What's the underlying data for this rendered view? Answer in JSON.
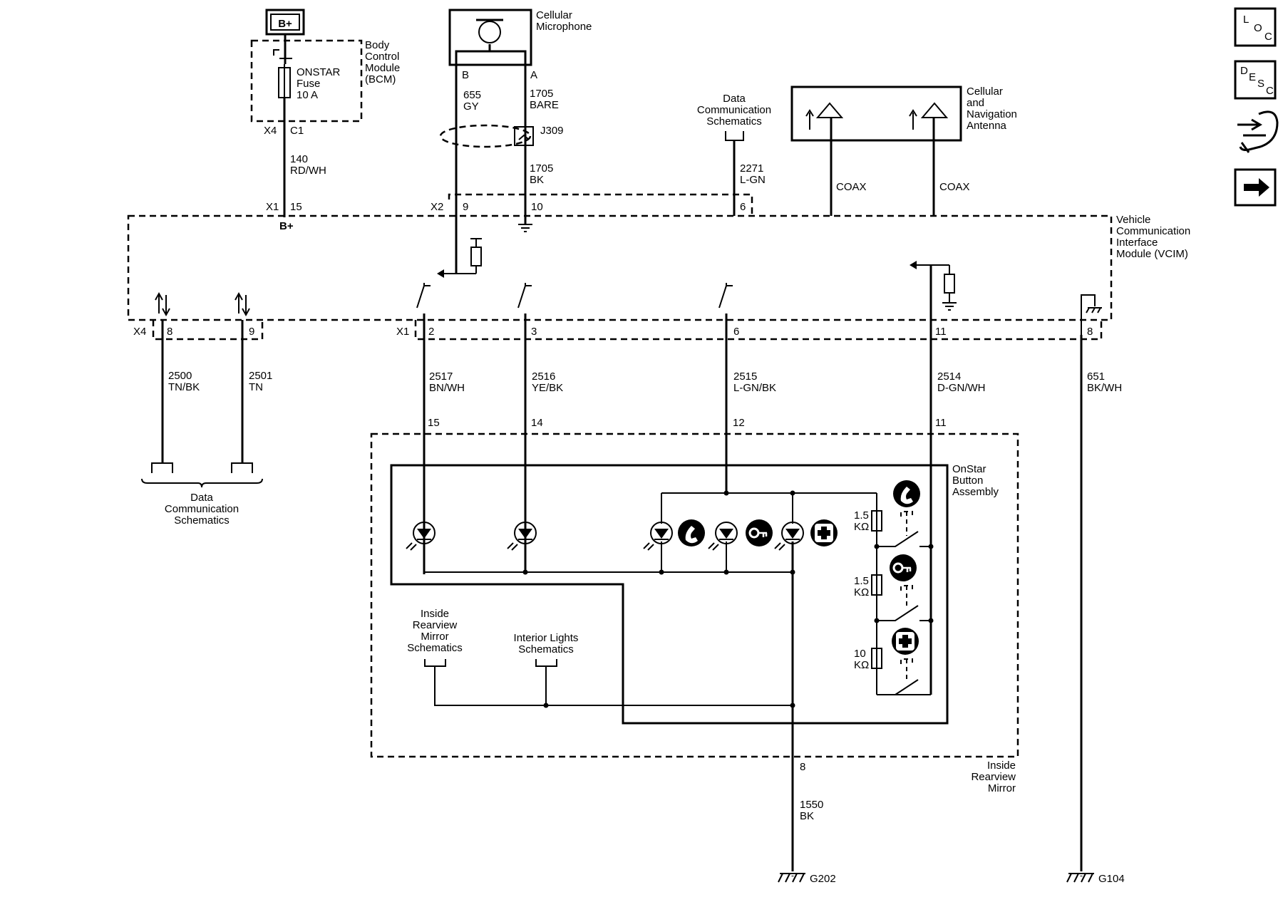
{
  "power": {
    "battery": "B+",
    "vcim_input": "B+"
  },
  "bcm": {
    "name_lines": [
      "Body",
      "Control",
      "Module",
      "(BCM)"
    ],
    "fuse_lines": [
      "ONSTAR",
      "Fuse",
      "10 A"
    ],
    "connector": "X4",
    "pin": "C1"
  },
  "microphone": {
    "name_lines": [
      "Cellular",
      "Microphone"
    ],
    "pin_b": "B",
    "pin_a": "A",
    "wire_b": {
      "circuit": "655",
      "color": "GY"
    },
    "wire_a": {
      "circuit": "1705",
      "color": "BARE"
    },
    "splice": "J309",
    "drain": {
      "circuit": "1705",
      "color": "BK"
    }
  },
  "data_comm_top": {
    "lines": [
      "Data",
      "Communication",
      "Schematics"
    ],
    "wire": {
      "circuit": "2271",
      "color": "L-GN"
    }
  },
  "antenna": {
    "name_lines": [
      "Cellular",
      "and",
      "Navigation",
      "Antenna"
    ],
    "coax_left": "COAX",
    "coax_right": "COAX"
  },
  "fuse_wire": {
    "circuit": "140",
    "color": "RD/WH"
  },
  "vcim": {
    "name_lines": [
      "Vehicle",
      "Communication",
      "Interface",
      "Module (VCIM)"
    ],
    "x1_top": {
      "connector": "X1",
      "pin": "15"
    },
    "x2_top": {
      "connector": "X2",
      "pin_9": "9",
      "pin_10": "10",
      "pin_6": "6"
    },
    "x4_bottom": {
      "connector": "X4",
      "pin_8": "8",
      "pin_9": "9"
    },
    "x1_bottom": {
      "connector": "X1",
      "pin_2": "2",
      "pin_3": "3",
      "pin_6": "6",
      "pin_11": "11",
      "pin_8": "8"
    }
  },
  "wires": {
    "w2500": {
      "circuit": "2500",
      "color": "TN/BK"
    },
    "w2501": {
      "circuit": "2501",
      "color": "TN"
    },
    "w2517": {
      "circuit": "2517",
      "color": "BN/WH"
    },
    "w2516": {
      "circuit": "2516",
      "color": "YE/BK"
    },
    "w2515": {
      "circuit": "2515",
      "color": "L-GN/BK"
    },
    "w2514": {
      "circuit": "2514",
      "color": "D-GN/WH"
    },
    "w651": {
      "circuit": "651",
      "color": "BK/WH"
    },
    "w1550": {
      "circuit": "1550",
      "color": "BK"
    }
  },
  "data_comm_bottom": {
    "lines": [
      "Data",
      "Communication",
      "Schematics"
    ]
  },
  "mirror": {
    "pins": {
      "p15": "15",
      "p14": "14",
      "p12": "12",
      "p11": "11",
      "p8": "8"
    },
    "name_lines": [
      "Inside",
      "Rearview",
      "Mirror"
    ]
  },
  "onstar_button": {
    "name_lines": [
      "OnStar",
      "Button",
      "Assembly"
    ],
    "resistors": [
      {
        "value": "1.5",
        "unit": "KΩ"
      },
      {
        "value": "1.5",
        "unit": "KΩ"
      },
      {
        "value": "10",
        "unit": "KΩ"
      }
    ]
  },
  "mirror_ref": {
    "lines": [
      "Inside",
      "Rearview",
      "Mirror",
      "Schematics"
    ]
  },
  "interior_ref": {
    "lines": [
      "Interior Lights",
      "Schematics"
    ]
  },
  "grounds": {
    "g202": "G202",
    "g104": "G104"
  },
  "nav": {
    "loc": {
      "l": "L",
      "o": "O",
      "c": "C"
    },
    "desc": {
      "d": "D",
      "e": "E",
      "s": "S",
      "c": "C"
    }
  },
  "icons": [
    "ground-icon",
    "chassis-ground-icon",
    "led-icon",
    "phone-icon",
    "key-icon",
    "cross-icon",
    "antenna-icon",
    "switch-icon",
    "resistor-icon",
    "arrow-right-icon",
    "wrench-icon"
  ]
}
